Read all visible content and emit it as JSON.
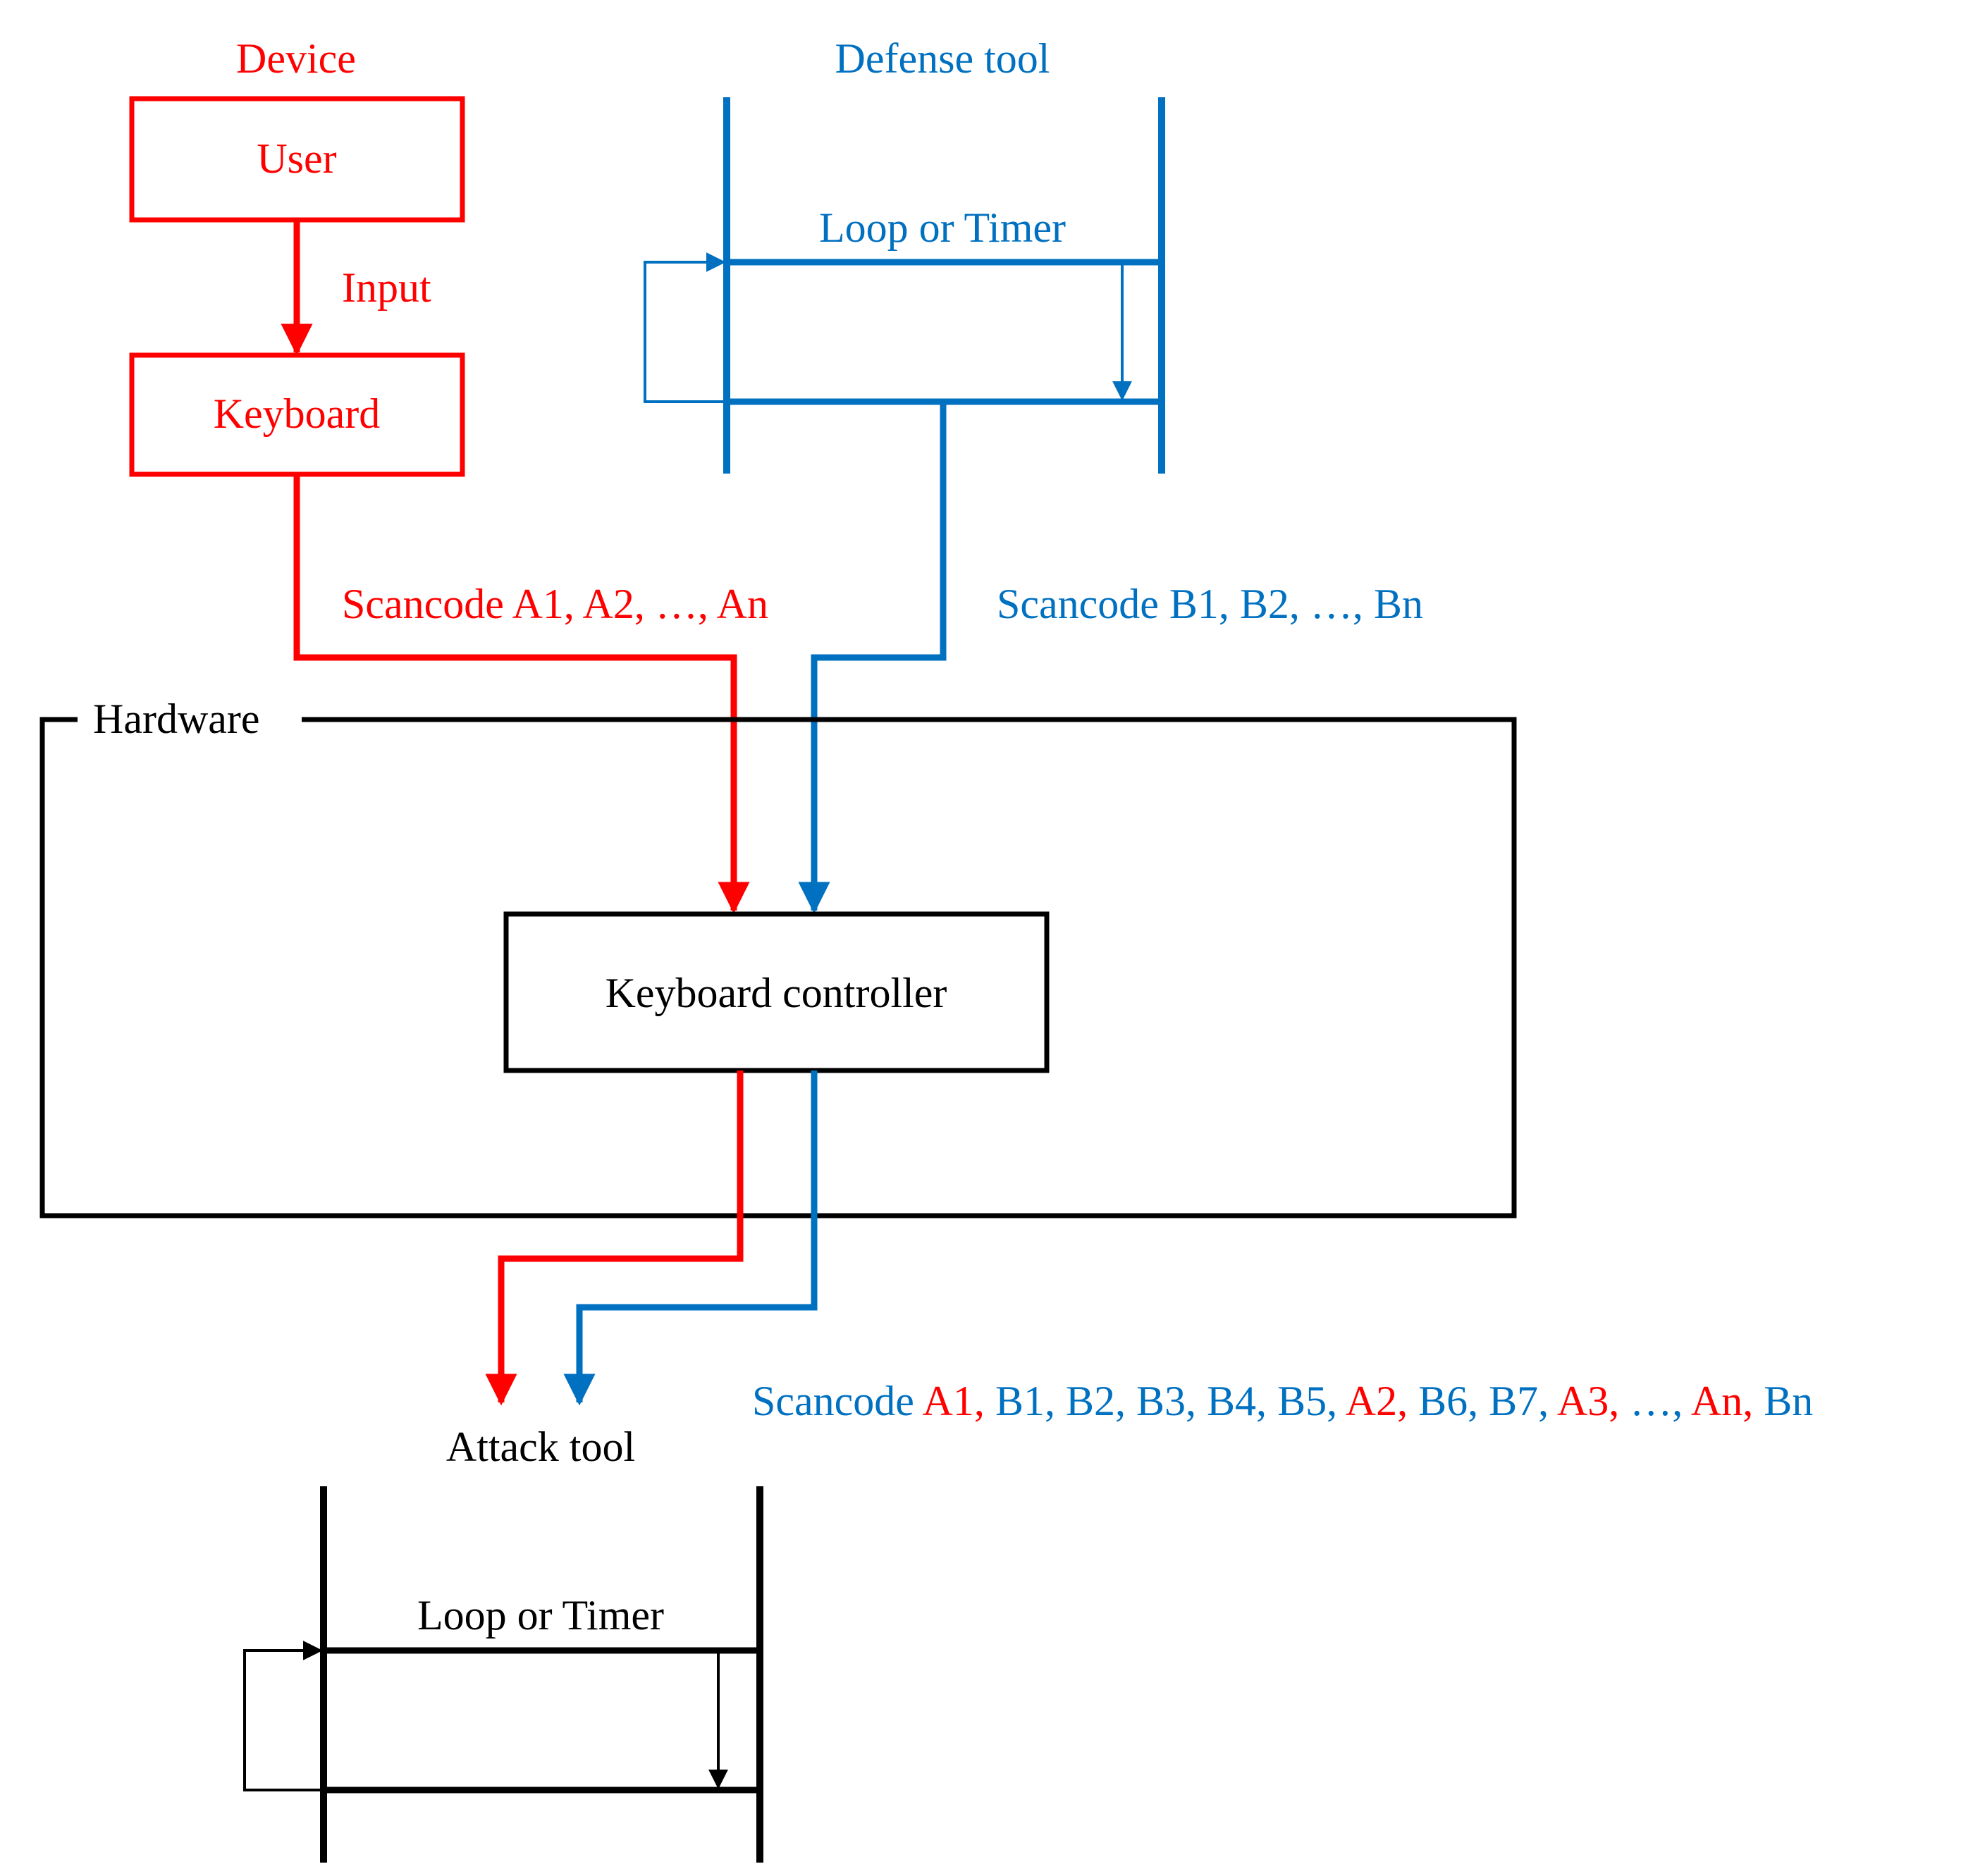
{
  "colors": {
    "red": "#ff0000",
    "blue": "#0070c0",
    "black": "#000000"
  },
  "device": {
    "title": "Device",
    "user_label": "User",
    "input_label": "Input",
    "keyboard_label": "Keyboard",
    "scancode_label": "Scancode A1, A2, …, An"
  },
  "defense_tool": {
    "title": "Defense tool",
    "loop_label": "Loop or Timer",
    "scancode_label": "Scancode B1, B2, …, Bn"
  },
  "hardware": {
    "label": "Hardware",
    "controller_label": "Keyboard controller"
  },
  "attack_tool": {
    "title": "Attack tool",
    "loop_label": "Loop or Timer"
  },
  "merged_sequence": {
    "prefix": "Scancode ",
    "items": [
      {
        "text": "A1",
        "source": "device"
      },
      {
        "text": "B1",
        "source": "defense"
      },
      {
        "text": "B2",
        "source": "defense"
      },
      {
        "text": "B3",
        "source": "defense"
      },
      {
        "text": "B4",
        "source": "defense"
      },
      {
        "text": "B5",
        "source": "defense"
      },
      {
        "text": "A2",
        "source": "device"
      },
      {
        "text": "B6",
        "source": "defense"
      },
      {
        "text": "B7",
        "source": "defense"
      },
      {
        "text": "A3",
        "source": "device"
      },
      {
        "text": "…",
        "source": "defense"
      },
      {
        "text": "An",
        "source": "device"
      },
      {
        "text": "Bn",
        "source": "defense"
      }
    ]
  }
}
